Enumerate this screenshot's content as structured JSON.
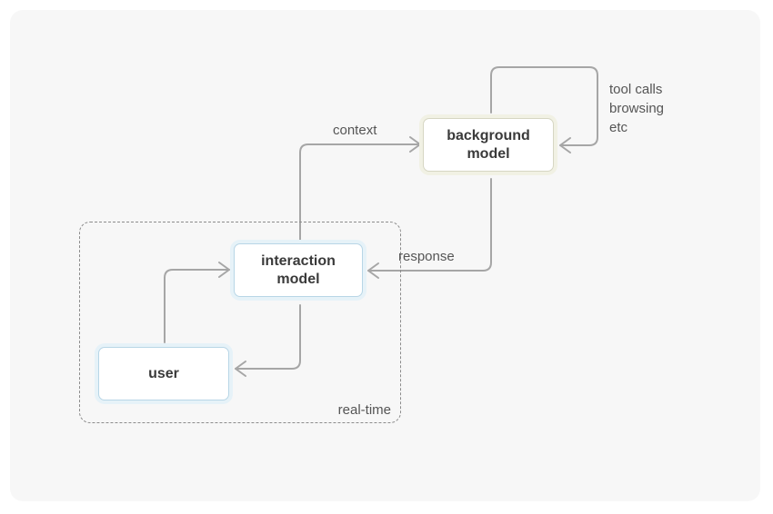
{
  "diagram": {
    "nodes": {
      "background_model": {
        "line1": "background",
        "line2": "model"
      },
      "interaction_model": {
        "line1": "interaction",
        "line2": "model"
      },
      "user": {
        "label": "user"
      }
    },
    "edge_labels": {
      "context": "context",
      "response": "response",
      "loop": {
        "line1": "tool calls",
        "line2": "browsing",
        "line3": "etc"
      }
    },
    "region": {
      "label": "real-time"
    },
    "colors": {
      "background": "#f7f7f7",
      "edge": "#a6a6a6",
      "node_border_blue": "#b8d6e6",
      "node_border_cream": "#d6d6c3",
      "text": "#3a3a3a"
    }
  }
}
